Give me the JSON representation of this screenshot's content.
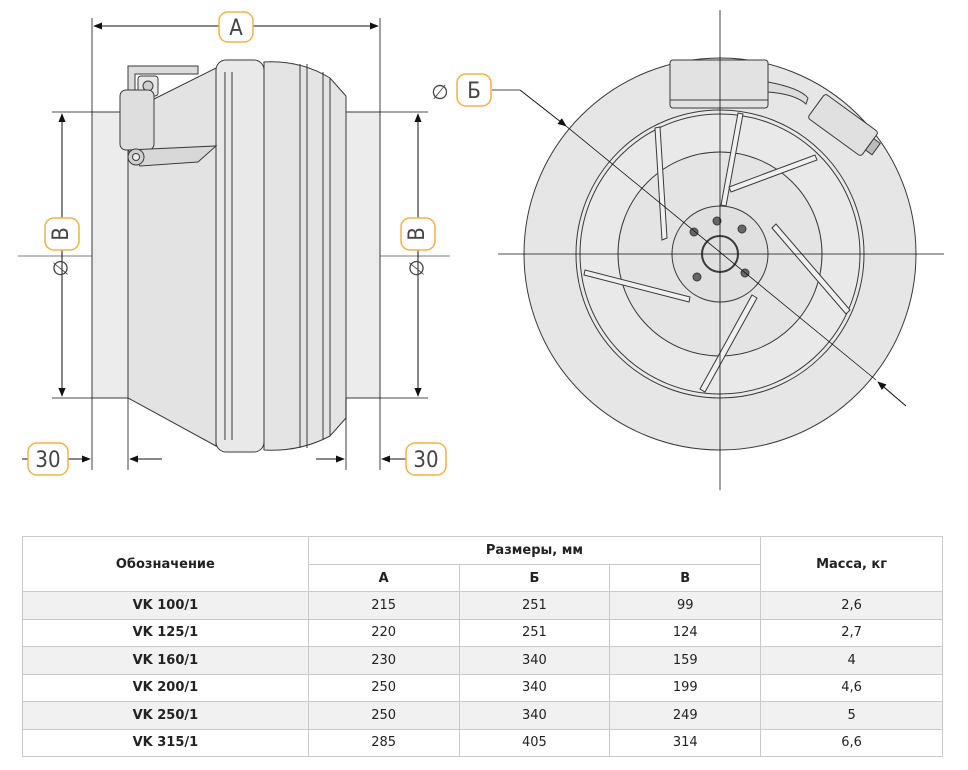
{
  "diagram": {
    "labels": {
      "A": "А",
      "B_left": "В",
      "B_right": "В",
      "B_front": "Б",
      "dia_symbol": "∅",
      "offset_left": "30",
      "offset_right": "30"
    }
  },
  "table": {
    "header": {
      "designation": "Обозначение",
      "dimensions": "Размеры, мм",
      "col_a": "А",
      "col_b": "Б",
      "col_v": "В",
      "mass": "Масса, кг"
    },
    "rows": [
      {
        "name": "VK 100/1",
        "a": "215",
        "b": "251",
        "v": "99",
        "mass": "2,6"
      },
      {
        "name": "VK 125/1",
        "a": "220",
        "b": "251",
        "v": "124",
        "mass": "2,7"
      },
      {
        "name": "VK 160/1",
        "a": "230",
        "b": "340",
        "v": "159",
        "mass": "4"
      },
      {
        "name": "VK 200/1",
        "a": "250",
        "b": "340",
        "v": "199",
        "mass": "4,6"
      },
      {
        "name": "VK 250/1",
        "a": "250",
        "b": "340",
        "v": "249",
        "mass": "5"
      },
      {
        "name": "VK 315/1",
        "a": "285",
        "b": "405",
        "v": "314",
        "mass": "6,6"
      }
    ]
  },
  "colors": {
    "badge_border": "#f0b14a",
    "body_fill": "#e6e6e6",
    "line": "#3a3a3a"
  }
}
